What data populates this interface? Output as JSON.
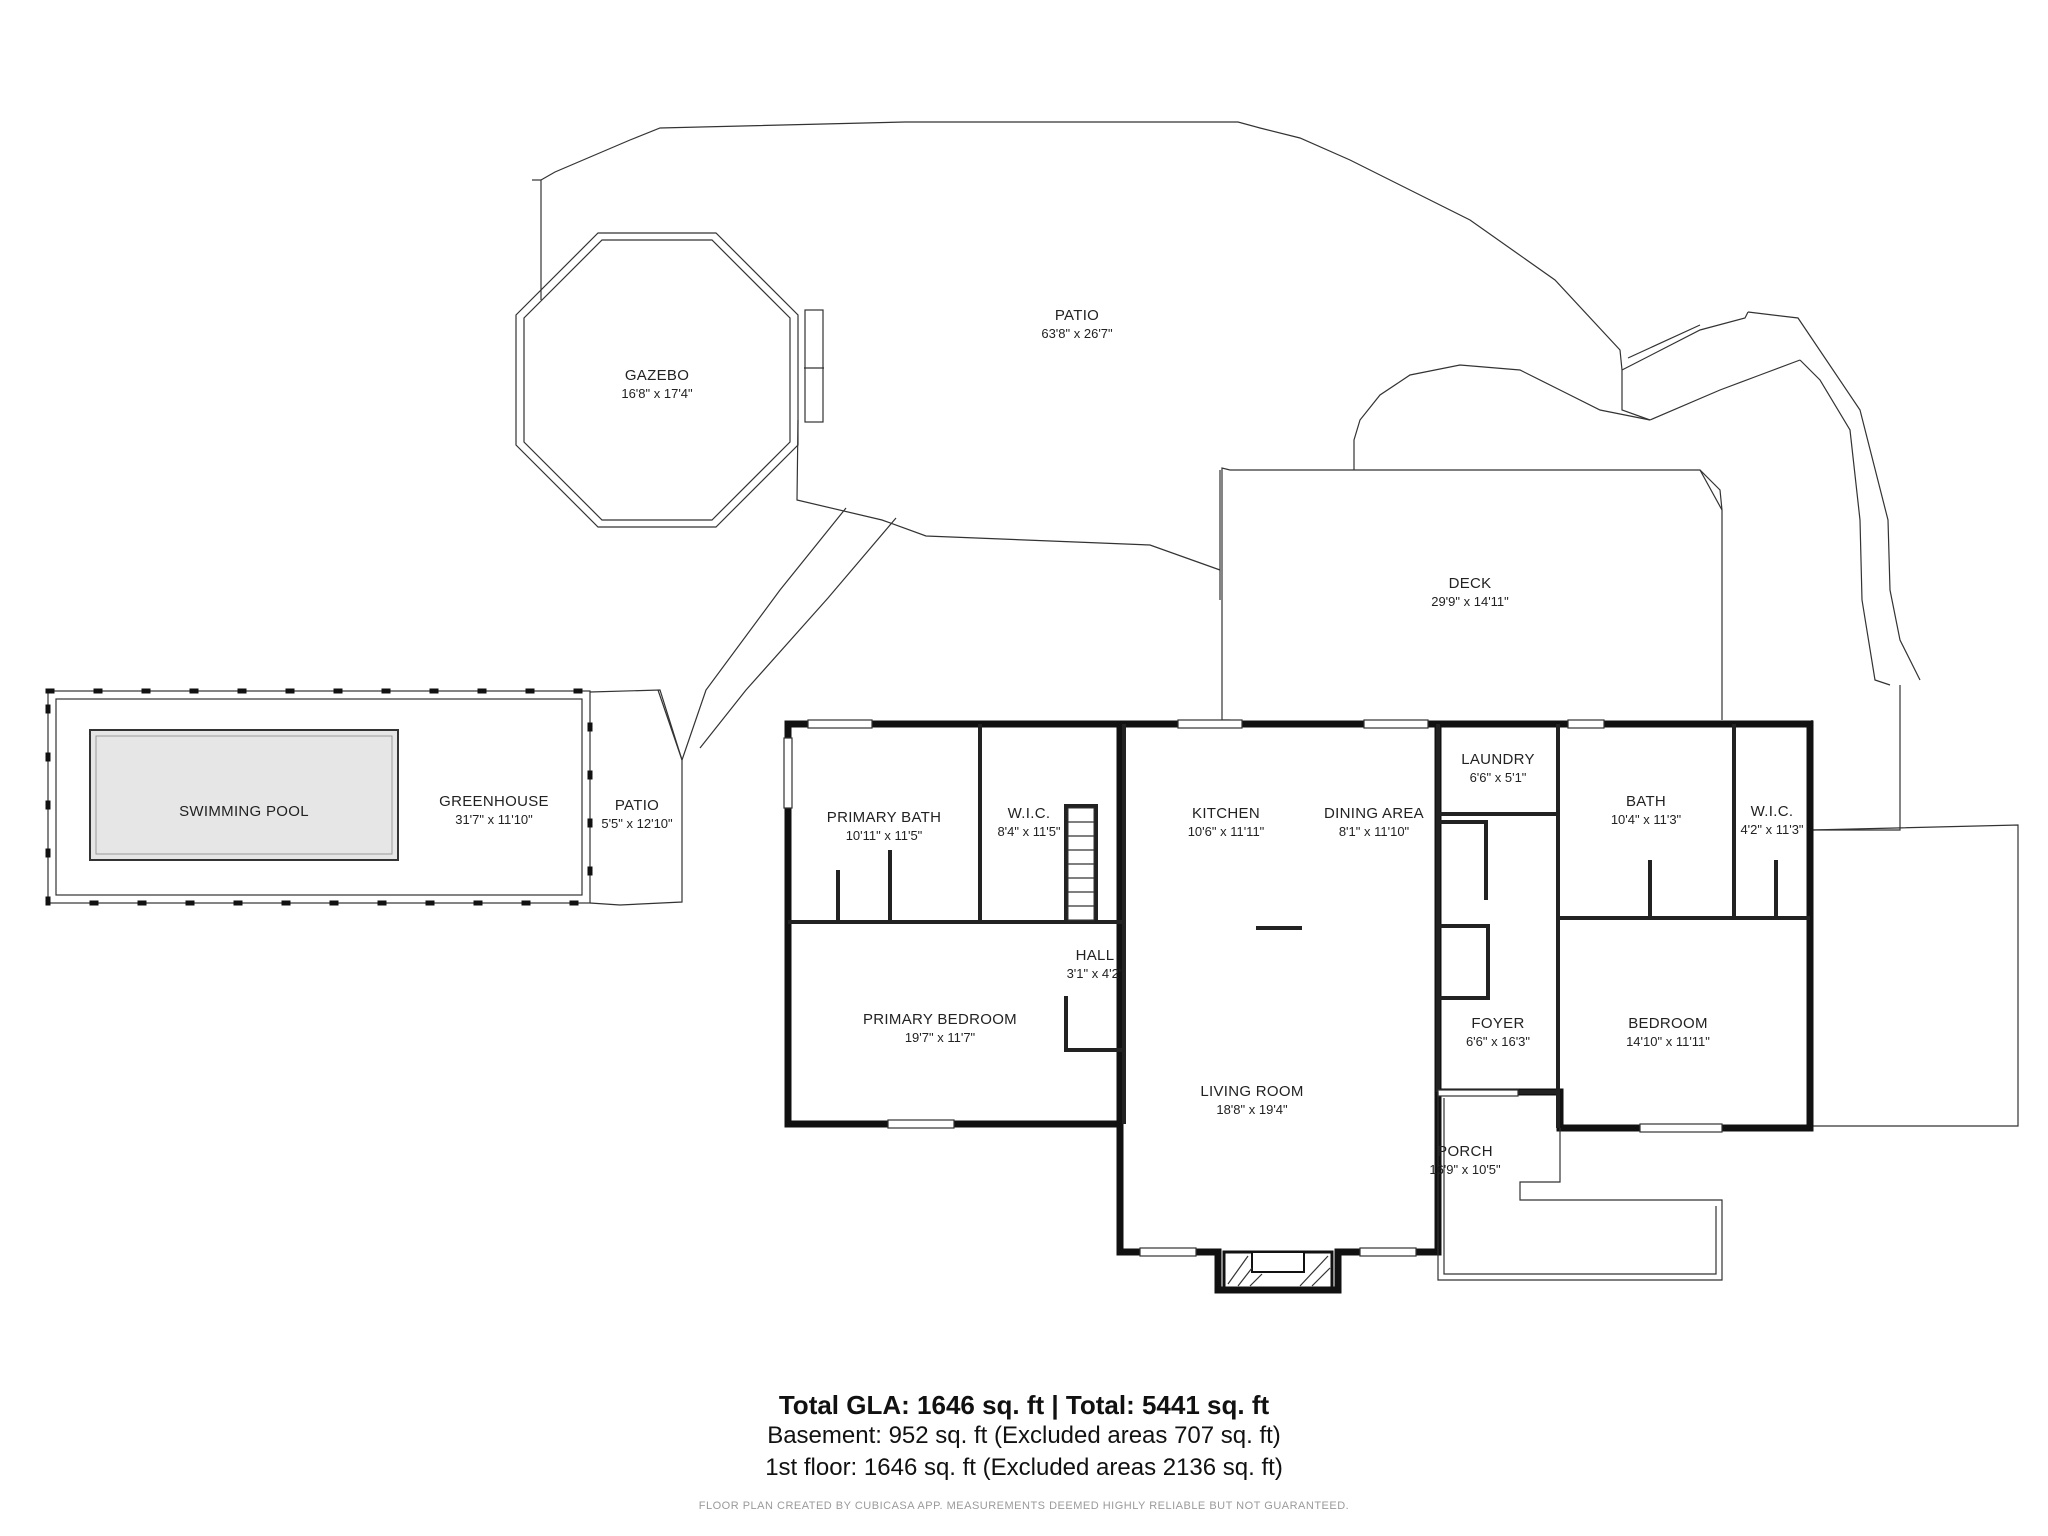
{
  "rooms": {
    "patio_main": {
      "name": "PATIO",
      "dim": "63'8\" x 26'7\""
    },
    "gazebo": {
      "name": "GAZEBO",
      "dim": "16'8\" x 17'4\""
    },
    "deck": {
      "name": "DECK",
      "dim": "29'9\" x 14'11\""
    },
    "swimming_pool": {
      "name": "SWIMMING POOL"
    },
    "greenhouse": {
      "name": "GREENHOUSE",
      "dim": "31'7\" x 11'10\""
    },
    "patio_small": {
      "name": "PATIO",
      "dim": "5'5\" x 12'10\""
    },
    "primary_bath": {
      "name": "PRIMARY BATH",
      "dim": "10'11\" x 11'5\""
    },
    "wic_left": {
      "name": "W.I.C.",
      "dim": "8'4\" x 11'5\""
    },
    "kitchen": {
      "name": "KITCHEN",
      "dim": "10'6\" x 11'11\""
    },
    "dining_area": {
      "name": "DINING AREA",
      "dim": "8'1\" x 11'10\""
    },
    "laundry": {
      "name": "LAUNDRY",
      "dim": "6'6\" x 5'1\""
    },
    "bath": {
      "name": "BATH",
      "dim": "10'4\" x 11'3\""
    },
    "wic_right": {
      "name": "W.I.C.",
      "dim": "4'2\" x 11'3\""
    },
    "hall": {
      "name": "HALL",
      "dim": "3'1\" x 4'2\""
    },
    "primary_bedroom": {
      "name": "PRIMARY BEDROOM",
      "dim": "19'7\" x 11'7\""
    },
    "foyer": {
      "name": "FOYER",
      "dim": "6'6\" x 16'3\""
    },
    "bedroom": {
      "name": "BEDROOM",
      "dim": "14'10\" x 11'11\""
    },
    "living_room": {
      "name": "LIVING ROOM",
      "dim": "18'8\" x 19'4\""
    },
    "porch": {
      "name": "PORCH",
      "dim": "16'9\" x 10'5\""
    }
  },
  "summary": {
    "totals": "Total GLA: 1646 sq. ft | Total: 5441 sq. ft",
    "basement": "Basement: 952 sq. ft (Excluded areas 707 sq. ft)",
    "first_floor": "1st floor: 1646 sq. ft (Excluded areas 2136 sq. ft)",
    "disclaimer": "FLOOR PLAN CREATED BY CUBICASA APP. MEASUREMENTS DEEMED HIGHLY RELIABLE BUT NOT GUARANTEED."
  },
  "colors": {
    "wall": "#111111",
    "outline": "#333333",
    "pool_fill": "#e6e6e6",
    "stair_fill": "#ffffff"
  }
}
